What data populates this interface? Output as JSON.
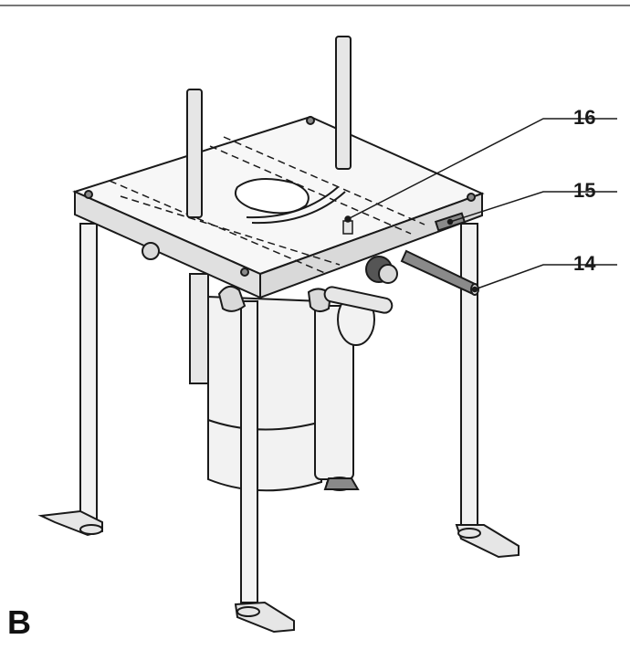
{
  "figure": {
    "letter": "B"
  },
  "callouts": [
    {
      "label": "16",
      "target": "depth-stop-screw"
    },
    {
      "label": "15",
      "target": "scale-window"
    },
    {
      "label": "14",
      "target": "guide-rod"
    }
  ],
  "colors": {
    "line": "#1a1a1a",
    "fill_light": "#f2f2f2",
    "fill_mid": "#d9d9d9",
    "fill_dark": "#8a8a8a",
    "rule": "#777777"
  }
}
